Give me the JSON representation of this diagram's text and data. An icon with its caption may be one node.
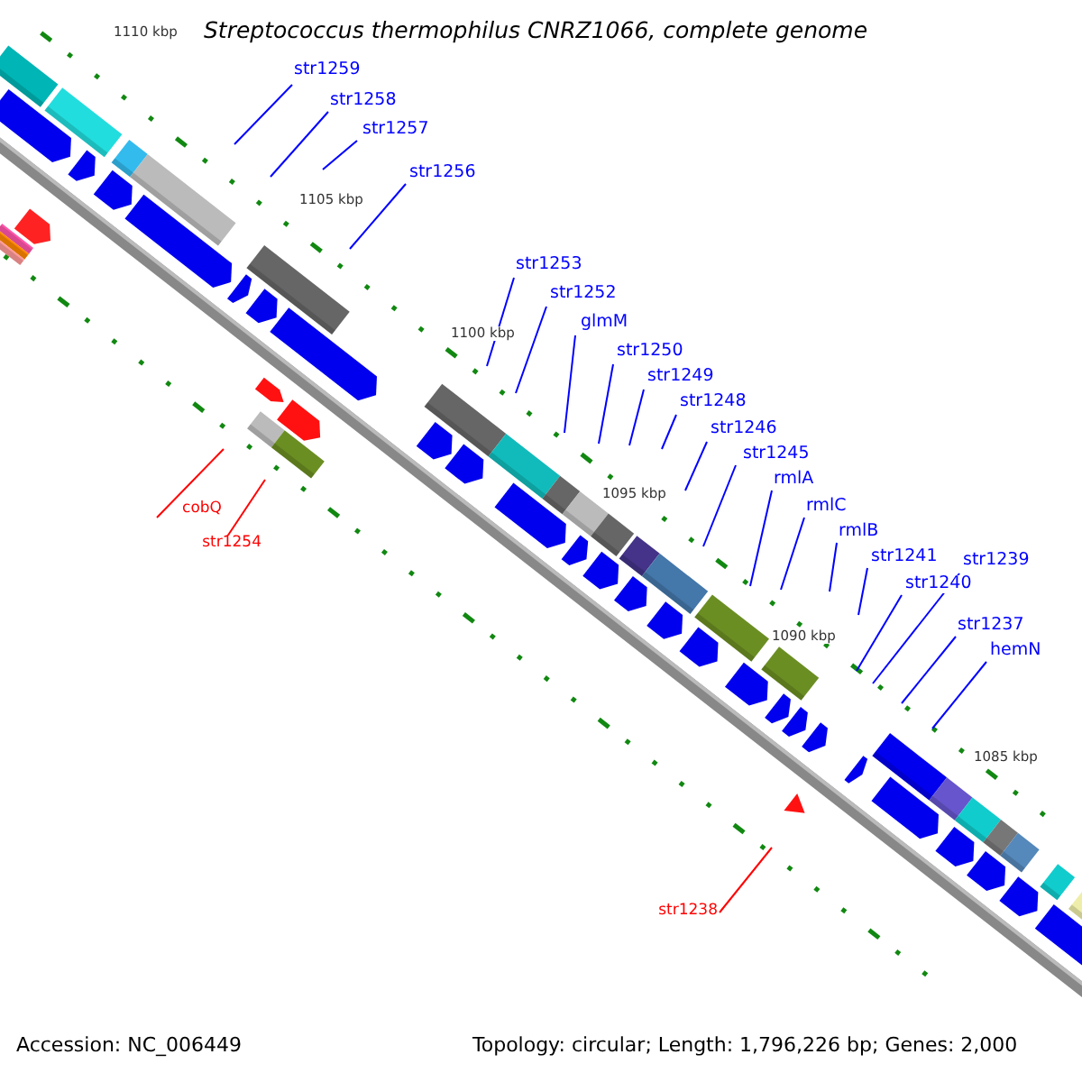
{
  "diagram": {
    "title": "Streptococcus thermophilus CNRZ1066, complete genome",
    "nodes": [
      {
        "text": [
          "str1259"
        ]
      },
      {
        "text": [
          "str1258"
        ]
      },
      {
        "text": [
          "str1257"
        ]
      },
      {
        "text": [
          "str1256"
        ]
      },
      {
        "text": [
          "str1253"
        ]
      },
      {
        "text": [
          "str1252"
        ]
      },
      {
        "text": [
          "glmM"
        ]
      },
      {
        "text": [
          "str1250"
        ]
      },
      {
        "text": [
          "str1249"
        ]
      },
      {
        "text": [
          "str1248"
        ]
      },
      {
        "text": [
          "str1246"
        ]
      },
      {
        "text": [
          "str1245"
        ]
      },
      {
        "text": [
          "rmlA"
        ]
      },
      {
        "text": [
          "rmlC"
        ]
      },
      {
        "text": [
          "rmlB"
        ]
      },
      {
        "text": [
          "str1241"
        ]
      },
      {
        "text": [
          "str1240"
        ]
      },
      {
        "text": [
          "str1239"
        ]
      },
      {
        "text": [
          "str1237"
        ]
      },
      {
        "text": [
          "hemN"
        ]
      },
      {
        "text": [
          "cobQ"
        ]
      },
      {
        "text": [
          "str1254"
        ]
      },
      {
        "text": [
          "str1238"
        ]
      }
    ],
    "edges": [
      {
        "from": 0,
        "to": null,
        "arrow": "none"
      },
      {
        "from": 1,
        "to": null,
        "arrow": "none"
      },
      {
        "from": 2,
        "to": null,
        "arrow": "none"
      },
      {
        "from": 3,
        "to": null,
        "arrow": "none"
      },
      {
        "from": 4,
        "to": null,
        "arrow": "none"
      },
      {
        "from": 5,
        "to": null,
        "arrow": "none"
      },
      {
        "from": 6,
        "to": null,
        "arrow": "none"
      },
      {
        "from": 7,
        "to": null,
        "arrow": "none"
      },
      {
        "from": 8,
        "to": null,
        "arrow": "none"
      },
      {
        "from": 9,
        "to": null,
        "arrow": "none"
      },
      {
        "from": 10,
        "to": null,
        "arrow": "none"
      },
      {
        "from": 11,
        "to": null,
        "arrow": "none"
      },
      {
        "from": 12,
        "to": null,
        "arrow": "none"
      },
      {
        "from": 13,
        "to": null,
        "arrow": "none"
      },
      {
        "from": 14,
        "to": null,
        "arrow": "none"
      },
      {
        "from": 15,
        "to": null,
        "arrow": "none"
      },
      {
        "from": 16,
        "to": null,
        "arrow": "none"
      },
      {
        "from": 17,
        "to": null,
        "arrow": "none"
      },
      {
        "from": 18,
        "to": null,
        "arrow": "none"
      },
      {
        "from": 19,
        "to": null,
        "arrow": "none"
      },
      {
        "from": 20,
        "to": null,
        "arrow": "none",
        "color": "#ff0000"
      },
      {
        "from": 21,
        "to": null,
        "arrow": "none",
        "color": "#ff0000"
      },
      {
        "from": 22,
        "to": null,
        "arrow": "none",
        "color": "#ff0000"
      }
    ],
    "labels": [
      "1110 kbp",
      "1105 kbp",
      "1100 kbp",
      "1095 kbp",
      "1090 kbp",
      "1085 kbp",
      "Accession: NC_006449",
      "Topology: circular; Length: 1,796,226 bp; Genes: 2,000"
    ]
  }
}
